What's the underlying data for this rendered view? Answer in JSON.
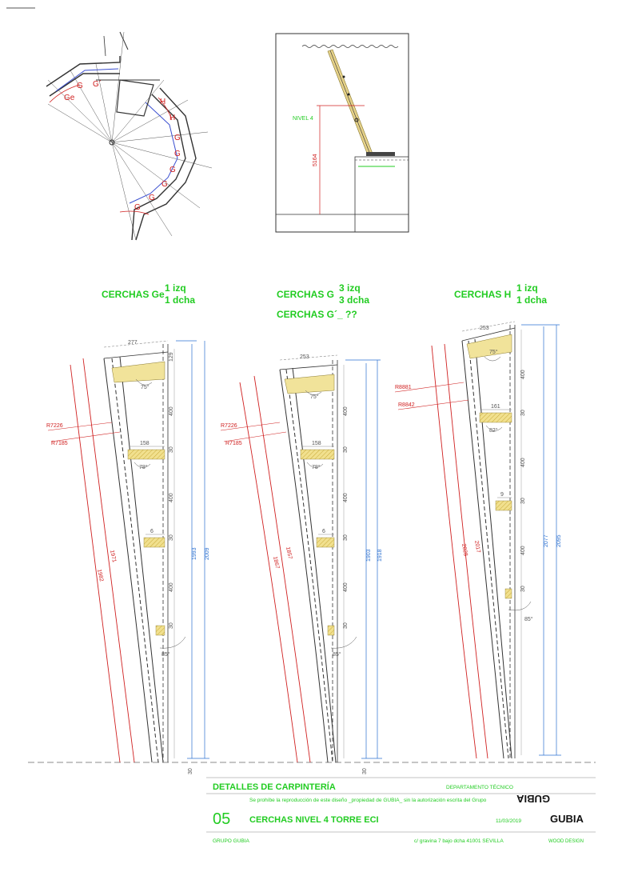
{
  "plan": {
    "labels": [
      "Ge",
      "G",
      "G´",
      "H",
      "H",
      "G",
      "G",
      "G",
      "G",
      "G",
      "G"
    ]
  },
  "elevation": {
    "level_label": "NIVEL 4",
    "height_dim": "5164"
  },
  "groups": {
    "ge": {
      "title": "CERCHAS Ge",
      "qty_left": "1 izq",
      "qty_right": "1 dcha"
    },
    "g": {
      "title": "CERCHAS G",
      "qty_left": "3 izq",
      "qty_right": "3 dcha",
      "extra": "CERCHAS G´_ ??"
    },
    "h": {
      "title": "CERCHAS H",
      "qty_left": "1 izq",
      "qty_right": "1 dcha"
    }
  },
  "truss_ge": {
    "width": "277",
    "r_outer": "R7226",
    "r_inner": "R7185",
    "w1": "158",
    "w2": "6",
    "h_top": "129",
    "h1": "400",
    "h2": "400",
    "h3": "400",
    "t1": "30",
    "t2": "30",
    "t3": "30",
    "arc1": "1982",
    "arc2": "1971",
    "total_inner": "1993",
    "total_outer": "2009",
    "a1": "75°",
    "a2": "78°",
    "a3": "85°",
    "base": "30"
  },
  "truss_g": {
    "width": "253",
    "r_outer": "R7226",
    "r_inner": "R7185",
    "w1": "158",
    "w2": "6",
    "h1": "400",
    "h2": "400",
    "h3": "400",
    "t1": "30",
    "t2": "30",
    "t3": "30",
    "arc1": "1867",
    "arc2": "1857",
    "total_inner": "1903",
    "total_outer": "1918",
    "a1": "75°",
    "a2": "78°",
    "a3": "85°",
    "base": "30"
  },
  "truss_h": {
    "width": "253",
    "r_outer": "R8881",
    "r_inner": "R8842",
    "w1": "161",
    "w2": "9",
    "h1": "400",
    "h2": "400",
    "h3": "400",
    "t1": "30",
    "t2": "30",
    "t3": "30",
    "arc1": "2028",
    "arc2": "2017",
    "total_inner": "2077",
    "total_outer": "2095",
    "a1": "75°",
    "a2": "82°",
    "a3": "85°"
  },
  "titleblock": {
    "title": "DETALLES DE CARPINTERÍA",
    "department": "DEPARTAMENTO TÉCNICO",
    "notice": "Se prohíbe la reproducción de este diseño _propiedad de GUBIA_ sin la autorización escrita del Grupo",
    "sheet_no": "05",
    "sheet_title": "CERCHAS NIVEL 4 TORRE ECI",
    "date": "11/03/2019",
    "company": "GRUPO GUBIA",
    "address": "c/ gravina 7    bajo dcha    41001 SEVILLA",
    "tagline": "WOOD DESIGN",
    "logo_line1": "GUBIA",
    "logo_line2": "GUBIA"
  },
  "colors": {
    "green": "#22cc22",
    "red": "#d02020",
    "blue": "#2b70d0",
    "wood": "#e6d28a"
  }
}
